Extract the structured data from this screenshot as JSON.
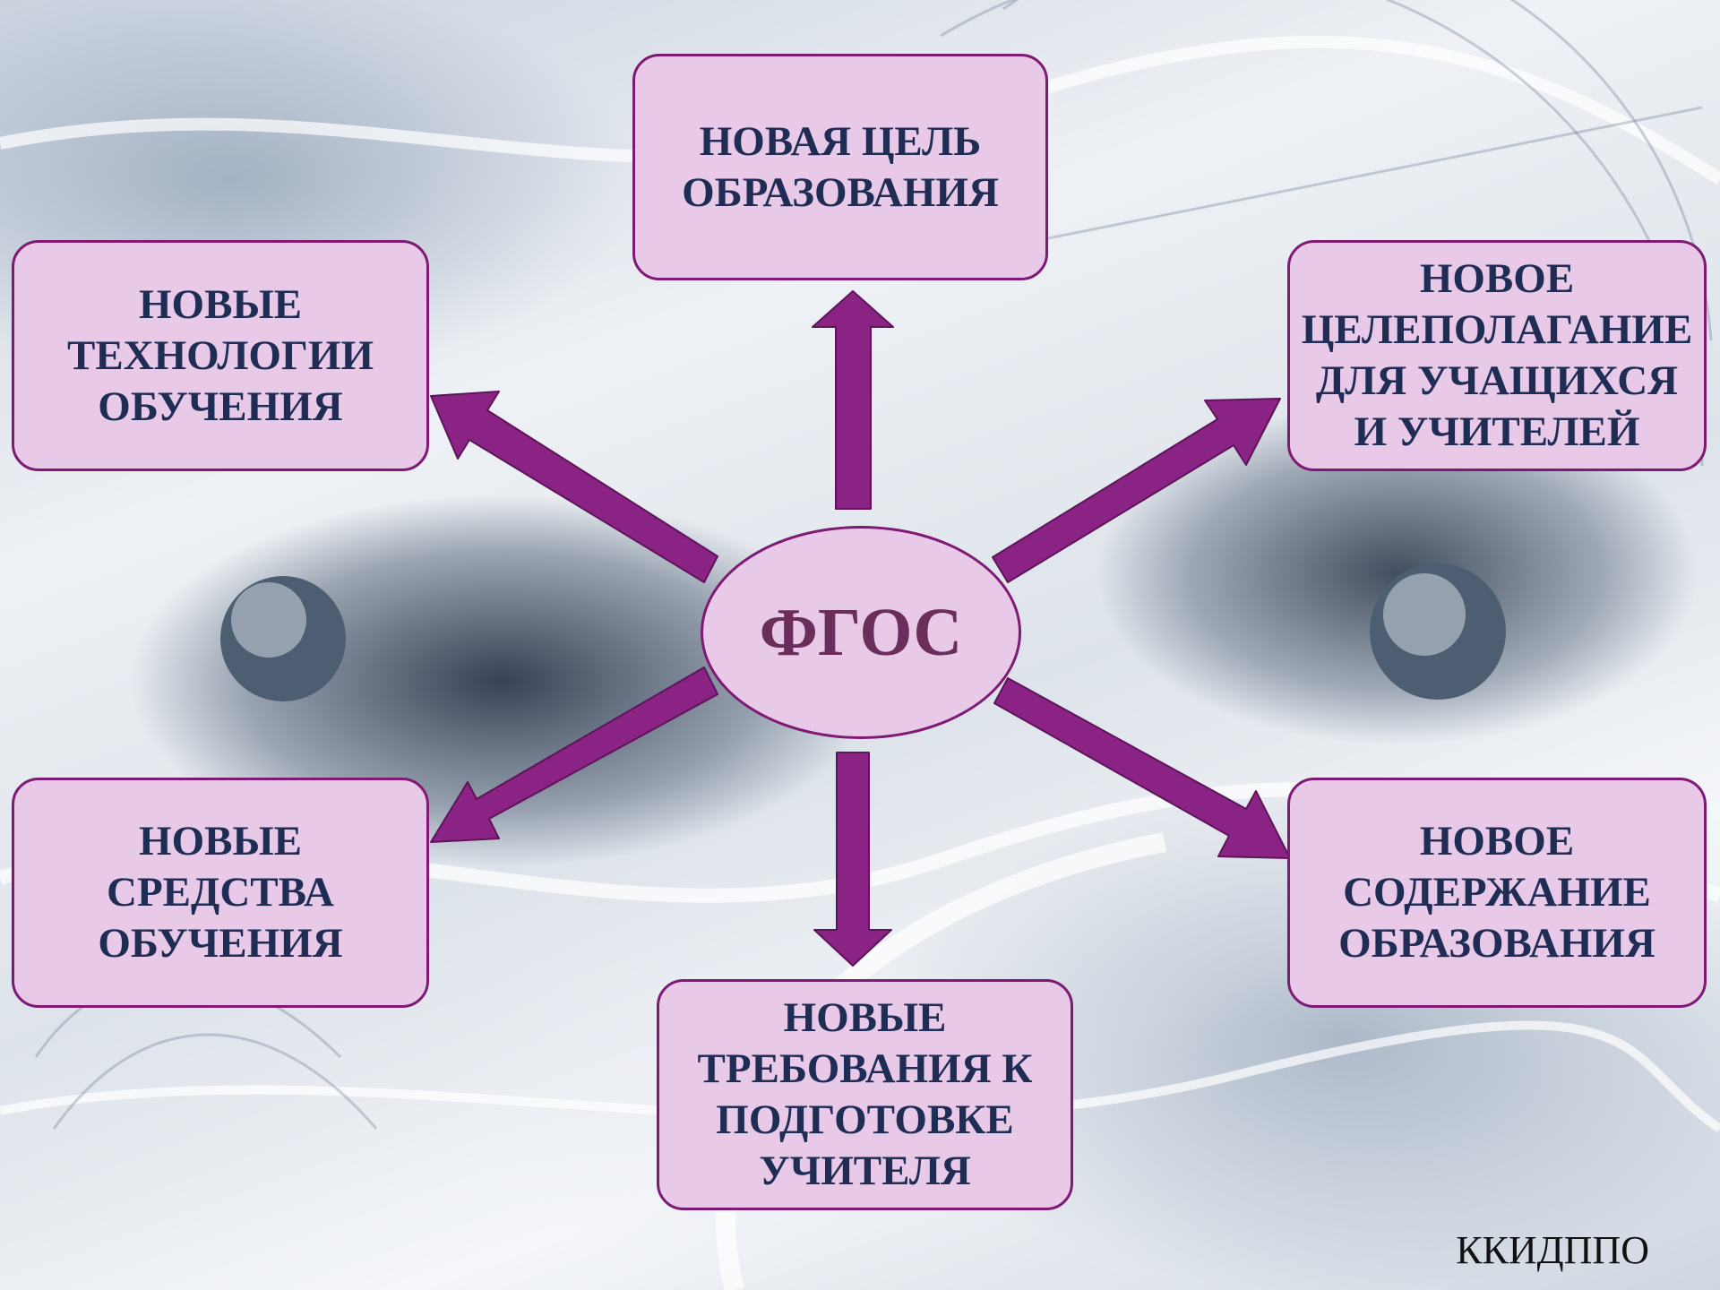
{
  "diagram": {
    "center": {
      "label": "ФГОС"
    },
    "nodes": {
      "top": "НОВАЯ ЦЕЛЬ\nОБРАЗОВАНИЯ",
      "top_left": "НОВЫЕ\nТЕХНОЛОГИИ\nОБУЧЕНИЯ",
      "top_right": "НОВОЕ\nЦЕЛЕПОЛАГАНИЕ\nДЛЯ УЧАЩИХСЯ\nИ УЧИТЕЛЕЙ",
      "bottom_left": "НОВЫЕ\nСРЕДСТВА\nОБУЧЕНИЯ",
      "bottom_right": "НОВОЕ\nСОДЕРЖАНИЕ\nОБРАЗОВАНИЯ",
      "bottom": "НОВЫЕ\nТРЕБОВАНИЯ К\nПОДГОТОВКЕ\nУЧИТЕЛЯ"
    }
  },
  "footer": {
    "label": "ККИДППО"
  },
  "colors": {
    "box_fill": "#e8c9e8",
    "box_border": "#7e1a74",
    "arrow": "#8b2384",
    "arrow_outline": "#5e145a",
    "text": "#1f2d55",
    "center_text": "#6a2d5c"
  }
}
